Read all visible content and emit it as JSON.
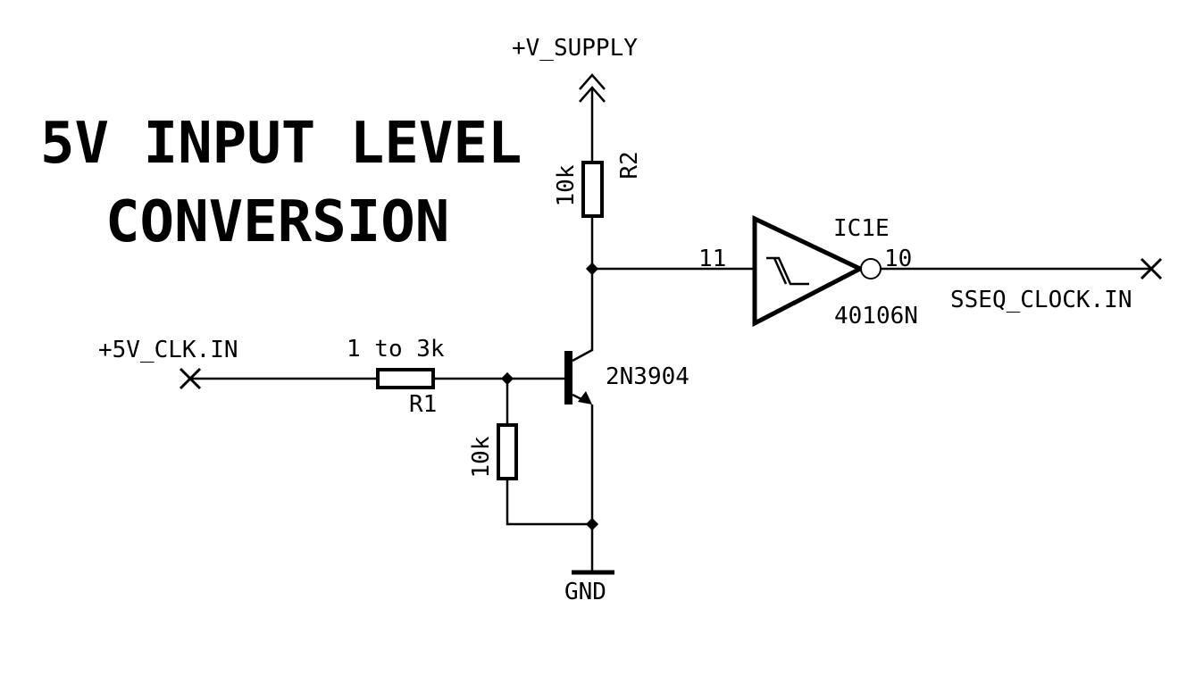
{
  "title": {
    "line1": "5V INPUT LEVEL",
    "line2": "CONVERSION"
  },
  "supply": {
    "label": "+V_SUPPLY",
    "icon": "supply-arrow-icon"
  },
  "ground": {
    "label": "GND",
    "icon": "ground-icon"
  },
  "components": {
    "r2": {
      "name": "R2",
      "value": "10k"
    },
    "r1": {
      "name": "R1",
      "value": "1 to 3k"
    },
    "r3": {
      "value": "10k"
    },
    "q1": {
      "part": "2N3904"
    },
    "ic": {
      "name": "IC1E",
      "part": "40106N",
      "pin_in": "11",
      "pin_out": "10"
    }
  },
  "ports": {
    "input": {
      "label": "+5V_CLK.IN",
      "icon": "port-x-icon"
    },
    "output": {
      "label": "SSEQ_CLOCK.IN",
      "icon": "port-x-icon"
    }
  },
  "colors": {
    "ink": "#000000",
    "background": "#ffffff"
  }
}
